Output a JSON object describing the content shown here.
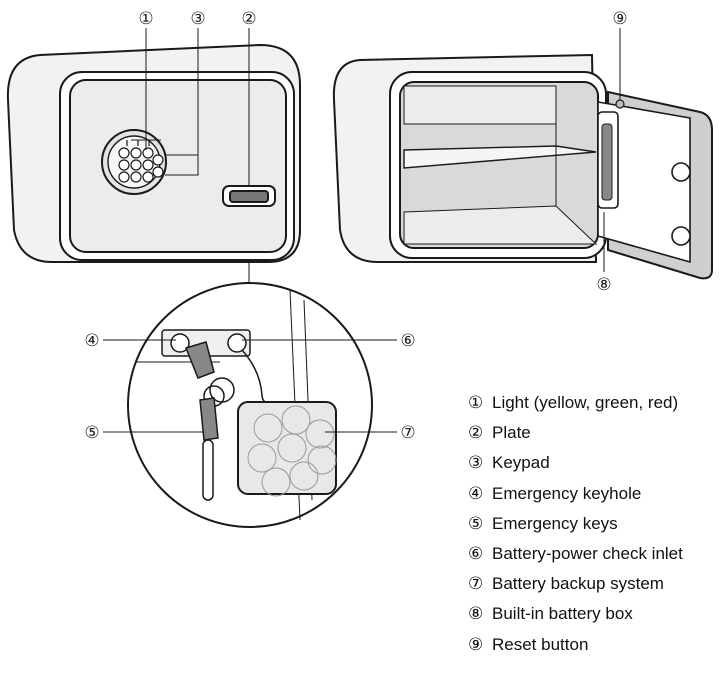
{
  "callouts": {
    "n1": "①",
    "n2": "②",
    "n3": "③",
    "n4": "④",
    "n5": "⑤",
    "n6": "⑥",
    "n7": "⑦",
    "n8": "⑧",
    "n9": "⑨"
  },
  "legend": [
    {
      "marker": "①",
      "label": "Light (yellow, green, red)"
    },
    {
      "marker": "②",
      "label": "Plate"
    },
    {
      "marker": "③",
      "label": "Keypad"
    },
    {
      "marker": "④",
      "label": "Emergency keyhole"
    },
    {
      "marker": "⑤",
      "label": "Emergency keys"
    },
    {
      "marker": "⑥",
      "label": "Battery-power check inlet"
    },
    {
      "marker": "⑦",
      "label": "Battery backup system"
    },
    {
      "marker": "⑧",
      "label": "Built-in battery box"
    },
    {
      "marker": "⑨",
      "label": "Reset button"
    }
  ],
  "colors": {
    "outline": "#1a1a1a",
    "body_fill": "#f2f2f2",
    "interior_fill": "#d9d9d9",
    "door_fill": "#ffffff"
  }
}
